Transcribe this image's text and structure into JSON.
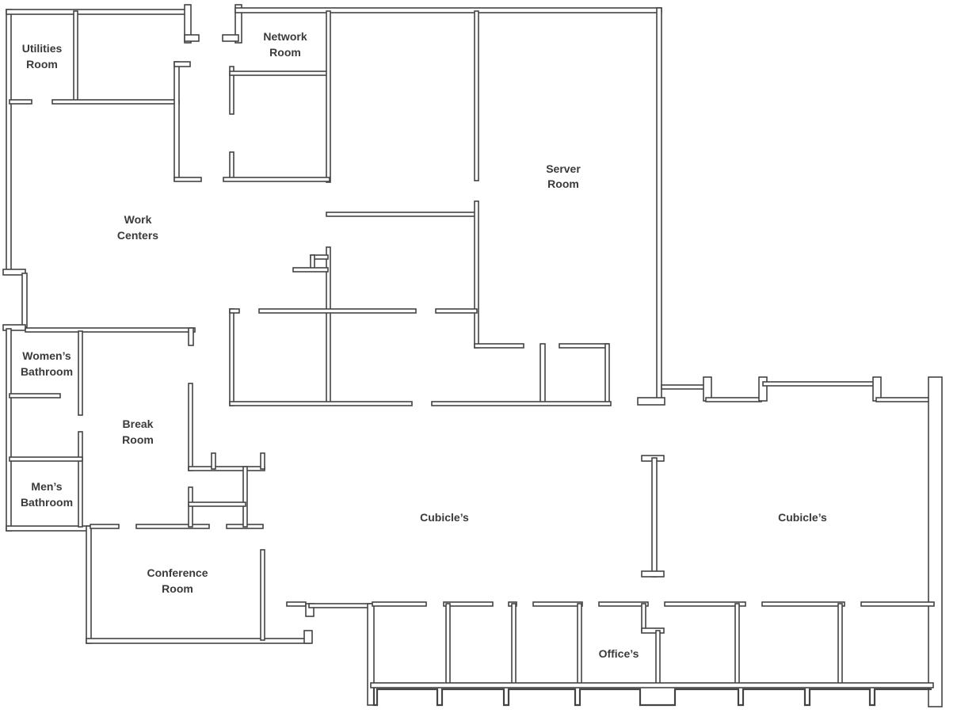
{
  "rooms": {
    "utilities": [
      "Utilities",
      "Room"
    ],
    "network": [
      "Network",
      "Room"
    ],
    "server": [
      "Server",
      "Room"
    ],
    "work_centers": [
      "Work",
      "Centers"
    ],
    "womens": [
      "Women’s",
      "Bathroom"
    ],
    "break": [
      "Break",
      "Room"
    ],
    "mens": [
      "Men’s",
      "Bathroom"
    ],
    "conference": [
      "Conference",
      "Room"
    ],
    "cubicles_center": [
      "Cubicle’s"
    ],
    "cubicles_right": [
      "Cubicle’s"
    ],
    "offices": [
      "Office’s"
    ]
  },
  "colors": {
    "wall_stroke": "#444444",
    "label": "#3a3a3a",
    "background": "#ffffff"
  }
}
